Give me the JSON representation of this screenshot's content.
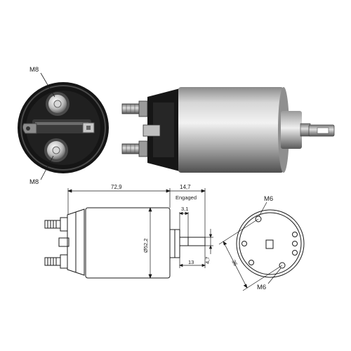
{
  "photo": {
    "terminal_top_label": "M8",
    "terminal_bottom_label": "M8"
  },
  "drawing": {
    "dim_length": "72,9",
    "dim_stroke": "14,7",
    "dim_stroke_note": "Engaged",
    "dim_offset": "3,1",
    "dim_diameter": "Ø52,2",
    "dim_shaft_width": "13",
    "dim_shaft_height": "4,7",
    "dim_bolt_spacing": "36",
    "mount_top_label": "M6",
    "mount_bottom_label": "M6"
  },
  "colors": {
    "line": "#1a1a1a",
    "metal_light": "#e6e6e6",
    "metal_dark": "#6b6b6b",
    "cap_black": "#151515"
  }
}
